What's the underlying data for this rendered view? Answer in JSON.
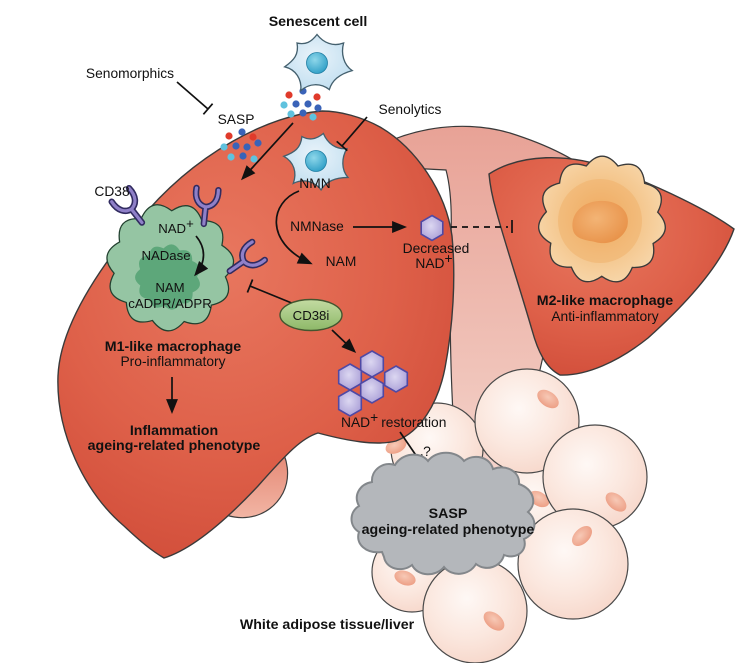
{
  "figure": {
    "title": "Senescent cell",
    "caption": "White adipose tissue/liver"
  },
  "top": {
    "senomorphics": "Senomorphics",
    "sasp": "SASP",
    "senolytics": "Senolytics"
  },
  "m1": {
    "cd38": "CD38",
    "nad": "NAD",
    "plus": "+",
    "nadase": "NADase",
    "nam": "NAM",
    "cadpr": "cADPR/ADPR",
    "name": "M1-like macrophage",
    "subtitle": "Pro-inflammatory",
    "outcome_line1": "Inflammation",
    "outcome_line2": "ageing-related phenotype"
  },
  "pathway": {
    "nmn": "NMN",
    "nmnase": "NMNase",
    "nam": "NAM",
    "decreased": "Decreased",
    "nad": "NAD",
    "plus": "+"
  },
  "m2": {
    "name": "M2-like macrophage",
    "subtitle": "Anti-inflammatory"
  },
  "cd38i": {
    "label": "CD38i",
    "restoration_nad": "NAD",
    "restoration_plus": "+",
    "restoration_rest": "restoration",
    "question": "?"
  },
  "cloud": {
    "line1": "SASP",
    "line2": "ageing-related phenotype"
  },
  "colors": {
    "liver_red": "#DC5A46",
    "liver_pale_band": "#F0C3B9",
    "gallbladder_salmon": "#E89A88",
    "m1_green": "#95C5A3",
    "m1_nucleus_green": "#57A375",
    "receptor_purple": "#8F80C8",
    "hexagon_purple": "#B3A8DC",
    "hexagon_outline": "#4F49A5",
    "m2_orange": "#F4C489",
    "m2_nucleus_orange": "#E78F45",
    "cd38i_green": "#A5C87D",
    "senescent_blue": "#C3E0F1",
    "senescent_nucleus": "#2F9EC6",
    "adipocyte_pink": "#FBE7DE",
    "adipocyte_nucleus": "#EFA189",
    "cloud_gray": "#B4B7BB",
    "dot_red": "#E03A2B",
    "dot_dark_blue": "#3A63B8",
    "dot_light_blue": "#5FC2DE"
  }
}
